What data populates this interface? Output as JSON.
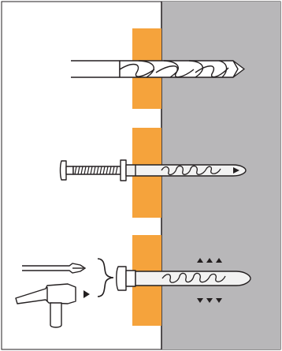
{
  "figure": {
    "steps": [
      {
        "id": "drill"
      },
      {
        "id": "insert"
      },
      {
        "id": "drive"
      }
    ],
    "colors": {
      "wall": "#b8b7b9",
      "insulation": "#f5a33c",
      "outline": "#231f20",
      "background": "#ffffff",
      "plug": "#f2f2f2"
    },
    "icons": [
      "drill-bit-icon",
      "screw-anchor-icon",
      "screwdriver-icon",
      "hammer-icon",
      "brace-icon",
      "direction-arrow-icon",
      "expansion-arrows-icon"
    ]
  }
}
